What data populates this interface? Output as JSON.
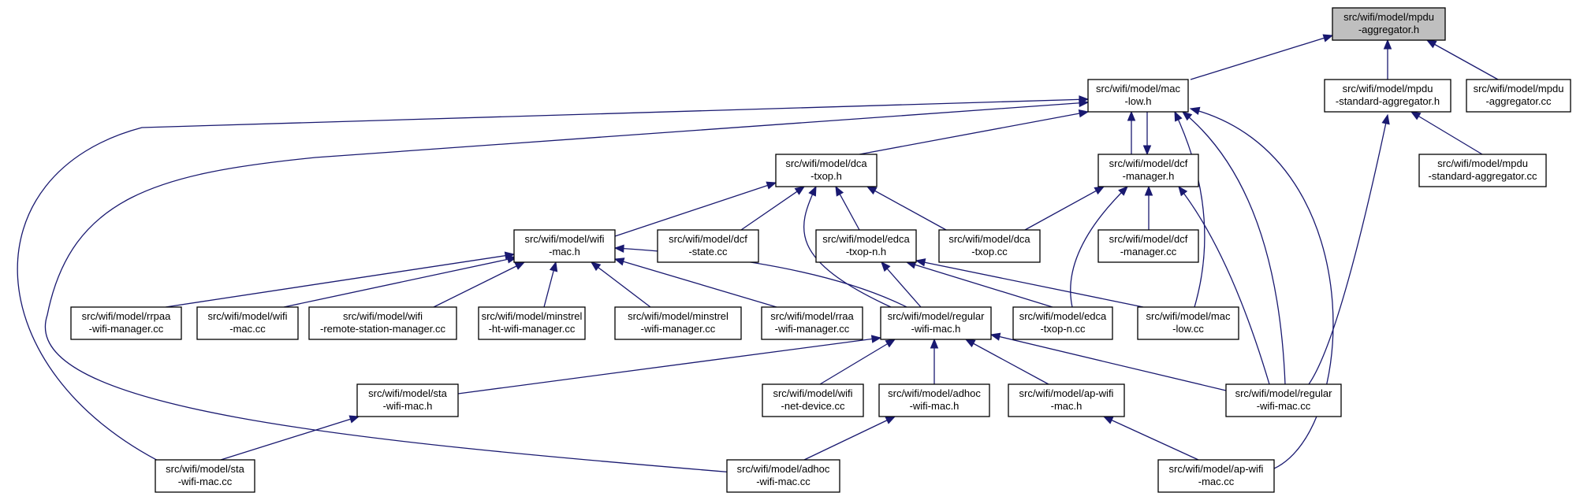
{
  "nodes": [
    {
      "id": "mpdu_agg_h",
      "lines": [
        "src/wifi/model/mpdu",
        "-aggregator.h"
      ],
      "root": true
    },
    {
      "id": "mac_low_h",
      "lines": [
        "src/wifi/model/mac",
        "-low.h"
      ]
    },
    {
      "id": "mpdu_std_agg_h",
      "lines": [
        "src/wifi/model/mpdu",
        "-standard-aggregator.h"
      ]
    },
    {
      "id": "mpdu_agg_cc",
      "lines": [
        "src/wifi/model/mpdu",
        "-aggregator.cc"
      ]
    },
    {
      "id": "dca_txop_h",
      "lines": [
        "src/wifi/model/dca",
        "-txop.h"
      ]
    },
    {
      "id": "dcf_manager_h",
      "lines": [
        "src/wifi/model/dcf",
        "-manager.h"
      ]
    },
    {
      "id": "mpdu_std_agg_cc",
      "lines": [
        "src/wifi/model/mpdu",
        "-standard-aggregator.cc"
      ]
    },
    {
      "id": "wifi_mac_h",
      "lines": [
        "src/wifi/model/wifi",
        "-mac.h"
      ]
    },
    {
      "id": "dcf_state_cc",
      "lines": [
        "src/wifi/model/dcf",
        "-state.cc"
      ]
    },
    {
      "id": "edca_txop_n_h",
      "lines": [
        "src/wifi/model/edca",
        "-txop-n.h"
      ]
    },
    {
      "id": "dca_txop_cc",
      "lines": [
        "src/wifi/model/dca",
        "-txop.cc"
      ]
    },
    {
      "id": "dcf_manager_cc",
      "lines": [
        "src/wifi/model/dcf",
        "-manager.cc"
      ]
    },
    {
      "id": "rrpaa_cc",
      "lines": [
        "src/wifi/model/rrpaa",
        "-wifi-manager.cc"
      ]
    },
    {
      "id": "wifi_mac_cc",
      "lines": [
        "src/wifi/model/wifi",
        "-mac.cc"
      ]
    },
    {
      "id": "wifi_rsm_cc",
      "lines": [
        "src/wifi/model/wifi",
        "-remote-station-manager.cc"
      ]
    },
    {
      "id": "minstrel_ht_cc",
      "lines": [
        "src/wifi/model/minstrel",
        "-ht-wifi-manager.cc"
      ]
    },
    {
      "id": "minstrel_cc",
      "lines": [
        "src/wifi/model/minstrel",
        "-wifi-manager.cc"
      ]
    },
    {
      "id": "rraa_cc",
      "lines": [
        "src/wifi/model/rraa",
        "-wifi-manager.cc"
      ]
    },
    {
      "id": "regular_wifi_mac_h",
      "lines": [
        "src/wifi/model/regular",
        "-wifi-mac.h"
      ]
    },
    {
      "id": "edca_txop_n_cc",
      "lines": [
        "src/wifi/model/edca",
        "-txop-n.cc"
      ]
    },
    {
      "id": "mac_low_cc",
      "lines": [
        "src/wifi/model/mac",
        "-low.cc"
      ]
    },
    {
      "id": "sta_wifi_mac_h",
      "lines": [
        "src/wifi/model/sta",
        "-wifi-mac.h"
      ]
    },
    {
      "id": "wifi_net_device_cc",
      "lines": [
        "src/wifi/model/wifi",
        "-net-device.cc"
      ]
    },
    {
      "id": "adhoc_wifi_mac_h",
      "lines": [
        "src/wifi/model/adhoc",
        "-wifi-mac.h"
      ]
    },
    {
      "id": "ap_wifi_mac_h",
      "lines": [
        "src/wifi/model/ap-wifi",
        "-mac.h"
      ]
    },
    {
      "id": "regular_wifi_mac_cc",
      "lines": [
        "src/wifi/model/regular",
        "-wifi-mac.cc"
      ]
    },
    {
      "id": "sta_wifi_mac_cc",
      "lines": [
        "src/wifi/model/sta",
        "-wifi-mac.cc"
      ]
    },
    {
      "id": "adhoc_wifi_mac_cc",
      "lines": [
        "src/wifi/model/adhoc",
        "-wifi-mac.cc"
      ]
    },
    {
      "id": "ap_wifi_mac_cc",
      "lines": [
        "src/wifi/model/ap-wifi",
        "-mac.cc"
      ]
    }
  ],
  "edges": [
    {
      "from": "mac_low_h",
      "to": "mpdu_agg_h"
    },
    {
      "from": "mpdu_std_agg_h",
      "to": "mpdu_agg_h"
    },
    {
      "from": "mpdu_agg_cc",
      "to": "mpdu_agg_h"
    },
    {
      "from": "dca_txop_h",
      "to": "mac_low_h"
    },
    {
      "from": "dcf_manager_h",
      "to": "mac_low_h"
    },
    {
      "from": "mac_low_h",
      "to": "dcf_manager_h"
    },
    {
      "from": "mac_low_cc",
      "to": "mac_low_h"
    },
    {
      "from": "regular_wifi_mac_cc",
      "to": "mac_low_h"
    },
    {
      "from": "ap_wifi_mac_cc",
      "to": "mac_low_h"
    },
    {
      "from": "sta_wifi_mac_cc",
      "to": "mac_low_h"
    },
    {
      "from": "adhoc_wifi_mac_cc",
      "to": "mac_low_h"
    },
    {
      "from": "regular_wifi_mac_cc",
      "to": "mpdu_std_agg_h"
    },
    {
      "from": "mpdu_std_agg_cc",
      "to": "mpdu_std_agg_h"
    },
    {
      "from": "wifi_mac_h",
      "to": "dca_txop_h"
    },
    {
      "from": "dcf_state_cc",
      "to": "dca_txop_h"
    },
    {
      "from": "edca_txop_n_h",
      "to": "dca_txop_h"
    },
    {
      "from": "dca_txop_cc",
      "to": "dca_txop_h"
    },
    {
      "from": "regular_wifi_mac_h",
      "to": "dca_txop_h"
    },
    {
      "from": "dca_txop_cc",
      "to": "dcf_manager_h"
    },
    {
      "from": "dcf_manager_cc",
      "to": "dcf_manager_h"
    },
    {
      "from": "edca_txop_n_cc",
      "to": "dcf_manager_h"
    },
    {
      "from": "regular_wifi_mac_cc",
      "to": "dcf_manager_h"
    },
    {
      "from": "rrpaa_cc",
      "to": "wifi_mac_h"
    },
    {
      "from": "wifi_mac_cc",
      "to": "wifi_mac_h"
    },
    {
      "from": "wifi_rsm_cc",
      "to": "wifi_mac_h"
    },
    {
      "from": "minstrel_ht_cc",
      "to": "wifi_mac_h"
    },
    {
      "from": "minstrel_cc",
      "to": "wifi_mac_h"
    },
    {
      "from": "rraa_cc",
      "to": "wifi_mac_h"
    },
    {
      "from": "regular_wifi_mac_h",
      "to": "wifi_mac_h"
    },
    {
      "from": "regular_wifi_mac_h",
      "to": "edca_txop_n_h"
    },
    {
      "from": "edca_txop_n_cc",
      "to": "edca_txop_n_h"
    },
    {
      "from": "mac_low_cc",
      "to": "edca_txop_n_h"
    },
    {
      "from": "sta_wifi_mac_h",
      "to": "regular_wifi_mac_h"
    },
    {
      "from": "wifi_net_device_cc",
      "to": "regular_wifi_mac_h"
    },
    {
      "from": "adhoc_wifi_mac_h",
      "to": "regular_wifi_mac_h"
    },
    {
      "from": "ap_wifi_mac_h",
      "to": "regular_wifi_mac_h"
    },
    {
      "from": "regular_wifi_mac_cc",
      "to": "regular_wifi_mac_h"
    },
    {
      "from": "sta_wifi_mac_cc",
      "to": "sta_wifi_mac_h"
    },
    {
      "from": "adhoc_wifi_mac_cc",
      "to": "adhoc_wifi_mac_h"
    },
    {
      "from": "ap_wifi_mac_cc",
      "to": "ap_wifi_mac_h"
    }
  ]
}
